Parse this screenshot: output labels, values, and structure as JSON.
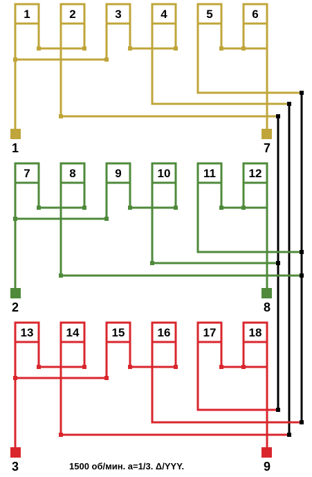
{
  "colors": {
    "phase_a": "#bfa53a",
    "phase_b": "#4e8a3a",
    "phase_c": "#d9262c",
    "bus": "#000000"
  },
  "phases": [
    {
      "id": "a",
      "coils": [
        "1",
        "2",
        "3",
        "4",
        "5",
        "6"
      ],
      "start_terminal": "1",
      "end_terminal": "7"
    },
    {
      "id": "b",
      "coils": [
        "7",
        "8",
        "9",
        "10",
        "11",
        "12"
      ],
      "start_terminal": "2",
      "end_terminal": "8"
    },
    {
      "id": "c",
      "coils": [
        "13",
        "14",
        "15",
        "16",
        "17",
        "18"
      ],
      "start_terminal": "3",
      "end_terminal": "9"
    }
  ],
  "caption": "1500 об/мин. a=1/3.  Δ/YYY."
}
